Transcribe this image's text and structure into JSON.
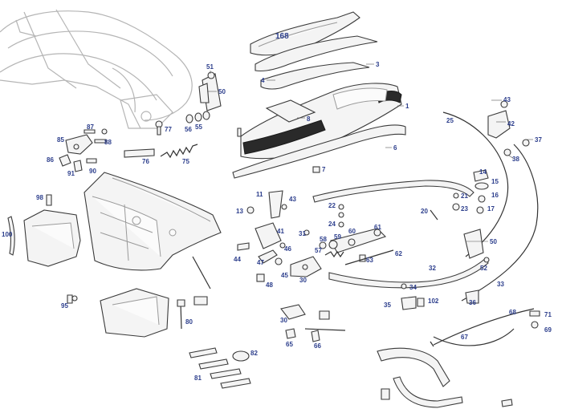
{
  "accent_color": "#2c3e8c",
  "callouts": [
    {
      "id": "c168",
      "text": "168"
    },
    {
      "id": "c3",
      "text": "3"
    },
    {
      "id": "c4",
      "text": "4"
    },
    {
      "id": "c1",
      "text": "1"
    },
    {
      "id": "c8",
      "text": "8"
    },
    {
      "id": "c6",
      "text": "6"
    },
    {
      "id": "c7",
      "text": "7"
    },
    {
      "id": "c51",
      "text": "51"
    },
    {
      "id": "c50a",
      "text": "50"
    },
    {
      "id": "c87",
      "text": "87"
    },
    {
      "id": "c77",
      "text": "77"
    },
    {
      "id": "c56",
      "text": "56"
    },
    {
      "id": "c55",
      "text": "55"
    },
    {
      "id": "c85",
      "text": "85"
    },
    {
      "id": "c88",
      "text": "88"
    },
    {
      "id": "c86",
      "text": "86"
    },
    {
      "id": "c91",
      "text": "91"
    },
    {
      "id": "c90",
      "text": "90"
    },
    {
      "id": "c76",
      "text": "76"
    },
    {
      "id": "c75",
      "text": "75"
    },
    {
      "id": "c98",
      "text": "98"
    },
    {
      "id": "c100",
      "text": "100"
    },
    {
      "id": "c95",
      "text": "95"
    },
    {
      "id": "c80",
      "text": "80"
    },
    {
      "id": "c82",
      "text": "82"
    },
    {
      "id": "c81",
      "text": "81"
    },
    {
      "id": "c11",
      "text": "11"
    },
    {
      "id": "c43a",
      "text": "43"
    },
    {
      "id": "c13",
      "text": "13"
    },
    {
      "id": "c41",
      "text": "41"
    },
    {
      "id": "c44",
      "text": "44"
    },
    {
      "id": "c47",
      "text": "47"
    },
    {
      "id": "c46",
      "text": "46"
    },
    {
      "id": "c45",
      "text": "45"
    },
    {
      "id": "c48",
      "text": "48"
    },
    {
      "id": "c31",
      "text": "31"
    },
    {
      "id": "c22",
      "text": "22"
    },
    {
      "id": "c24",
      "text": "24"
    },
    {
      "id": "c58",
      "text": "58"
    },
    {
      "id": "c59",
      "text": "59"
    },
    {
      "id": "c60",
      "text": "60"
    },
    {
      "id": "c61",
      "text": "61"
    },
    {
      "id": "c57",
      "text": "57"
    },
    {
      "id": "c63",
      "text": "63"
    },
    {
      "id": "c62",
      "text": "62"
    },
    {
      "id": "c30a",
      "text": "30"
    },
    {
      "id": "c32",
      "text": "32"
    },
    {
      "id": "c34",
      "text": "34"
    },
    {
      "id": "c35",
      "text": "35"
    },
    {
      "id": "c102",
      "text": "102"
    },
    {
      "id": "c30b",
      "text": "30"
    },
    {
      "id": "c65",
      "text": "65"
    },
    {
      "id": "c66",
      "text": "66"
    },
    {
      "id": "c25",
      "text": "25"
    },
    {
      "id": "c43b",
      "text": "43"
    },
    {
      "id": "c42",
      "text": "42"
    },
    {
      "id": "c37",
      "text": "37"
    },
    {
      "id": "c38",
      "text": "38"
    },
    {
      "id": "c14",
      "text": "14"
    },
    {
      "id": "c15",
      "text": "15"
    },
    {
      "id": "c16",
      "text": "16"
    },
    {
      "id": "c17",
      "text": "17"
    },
    {
      "id": "c21",
      "text": "21"
    },
    {
      "id": "c23",
      "text": "23"
    },
    {
      "id": "c20",
      "text": "20"
    },
    {
      "id": "c50b",
      "text": "50"
    },
    {
      "id": "c52",
      "text": "52"
    },
    {
      "id": "c33",
      "text": "33"
    },
    {
      "id": "c36",
      "text": "36"
    },
    {
      "id": "c68",
      "text": "68"
    },
    {
      "id": "c71",
      "text": "71"
    },
    {
      "id": "c69",
      "text": "69"
    },
    {
      "id": "c67",
      "text": "67"
    }
  ]
}
